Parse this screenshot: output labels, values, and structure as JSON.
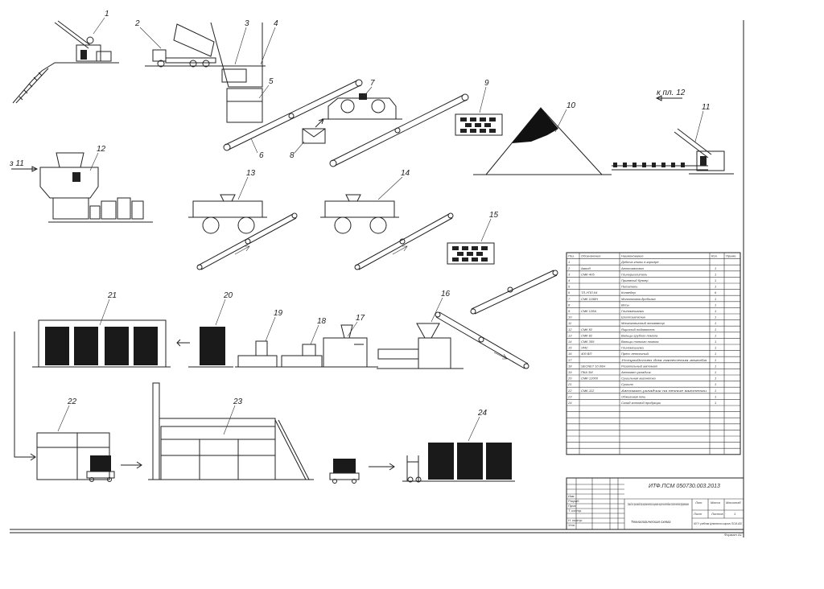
{
  "drawing": {
    "from_sheet_top_label": "к пл. 12",
    "from_sheet_left_label": "з 11",
    "position_labels": [
      "1",
      "2",
      "3",
      "4",
      "5",
      "6",
      "7",
      "8",
      "9",
      "10",
      "11",
      "12",
      "13",
      "14",
      "15",
      "16",
      "17",
      "18",
      "19",
      "20",
      "21",
      "22",
      "23",
      "24"
    ]
  },
  "table": {
    "headers": [
      "Поз.",
      "Обозначение",
      "Наименование",
      "Кол.",
      "Приме."
    ],
    "rows": [
      {
        "pos": "1",
        "code": "",
        "name": "Добыча глины в карьере",
        "qty": "",
        "note": ""
      },
      {
        "pos": "2",
        "code": "Амкод",
        "name": "Автосамосвал",
        "qty": "1",
        "note": ""
      },
      {
        "pos": "3",
        "code": "СМК-405",
        "name": "Глинорыхлитель",
        "qty": "1",
        "note": ""
      },
      {
        "pos": "4",
        "code": "",
        "name": "Приемный бункер",
        "qty": "1",
        "note": ""
      },
      {
        "pos": "5",
        "code": "",
        "name": "Питатель",
        "qty": "1",
        "note": ""
      },
      {
        "pos": "6",
        "code": "ТЛ-УПЛ-04",
        "name": "Конвейер",
        "qty": "6",
        "note": ""
      },
      {
        "pos": "7",
        "code": "СМК 1198Н",
        "name": "Молотковая-дробилка",
        "qty": "1",
        "note": ""
      },
      {
        "pos": "8",
        "code": "",
        "name": "Весы",
        "qty": "1",
        "note": ""
      },
      {
        "pos": "9",
        "code": "СМК 128А",
        "name": "Глиномешалка",
        "qty": "1",
        "note": ""
      },
      {
        "pos": "10",
        "code": "",
        "name": "Шихтозапасник",
        "qty": "1",
        "note": ""
      },
      {
        "pos": "11",
        "code": "",
        "name": "Многоковшовый экскаватор",
        "qty": "1",
        "note": ""
      },
      {
        "pos": "12",
        "code": "СМК 82",
        "name": "Ящичный подаватель",
        "qty": "1",
        "note": ""
      },
      {
        "pos": "13",
        "code": "СМК 82",
        "name": "Вальцы грубого помола",
        "qty": "1",
        "note": ""
      },
      {
        "pos": "14",
        "code": "СМК 359",
        "name": "Вальцы тонкого помола",
        "qty": "1",
        "note": ""
      },
      {
        "pos": "15",
        "code": "УМС",
        "name": "Глиномешалка",
        "qty": "1",
        "note": ""
      },
      {
        "pos": "16",
        "code": "400 ВП",
        "name": "Пресс ленточный",
        "qty": "1",
        "note": ""
      },
      {
        "pos": "17",
        "code": "",
        "name": "Устройство для нанесения ангоба",
        "qty": "1",
        "note": ""
      },
      {
        "pos": "18",
        "code": "SECNET 10.66Н",
        "name": "Резательный автомат",
        "qty": "1",
        "note": ""
      },
      {
        "pos": "19",
        "code": "ПКА 3М",
        "name": "Автомат-укладчик",
        "qty": "1",
        "note": ""
      },
      {
        "pos": "20",
        "code": "СМК-12000",
        "name": "Сушильная вагонетка",
        "qty": "1",
        "note": ""
      },
      {
        "pos": "21",
        "code": "",
        "name": "Сушило",
        "qty": "1",
        "note": ""
      },
      {
        "pos": "22",
        "code": "СМК-112",
        "name": "Автомат-укладчик на печные вагонетки",
        "qty": "1",
        "note": ""
      },
      {
        "pos": "23",
        "code": "",
        "name": "Обжиговая печь",
        "qty": "1",
        "note": ""
      },
      {
        "pos": "24",
        "code": "",
        "name": "Склад готовой продукции",
        "qty": "1",
        "note": ""
      }
    ]
  },
  "title_block": {
    "doc_code": "ИТФ.ПСМ 050730.003.2013",
    "title": "Завод по производству керамического лицевого кирпича методом пластического формования",
    "sheet_name": "Технологическая схема",
    "org": "ЮГУ учебная Цементно кирпич ПСМ-402",
    "col_headers": [
      "Лит.",
      "Масса",
      "Масштаб"
    ],
    "sheet_label": "Лист",
    "sheets_label": "Листов",
    "sheets_count": "1",
    "format_label": "Формат А1",
    "roles": [
      "Изм.",
      "Разраб.",
      "Пров.",
      "Т. контр.",
      "Н. контр.",
      "Утв."
    ]
  }
}
